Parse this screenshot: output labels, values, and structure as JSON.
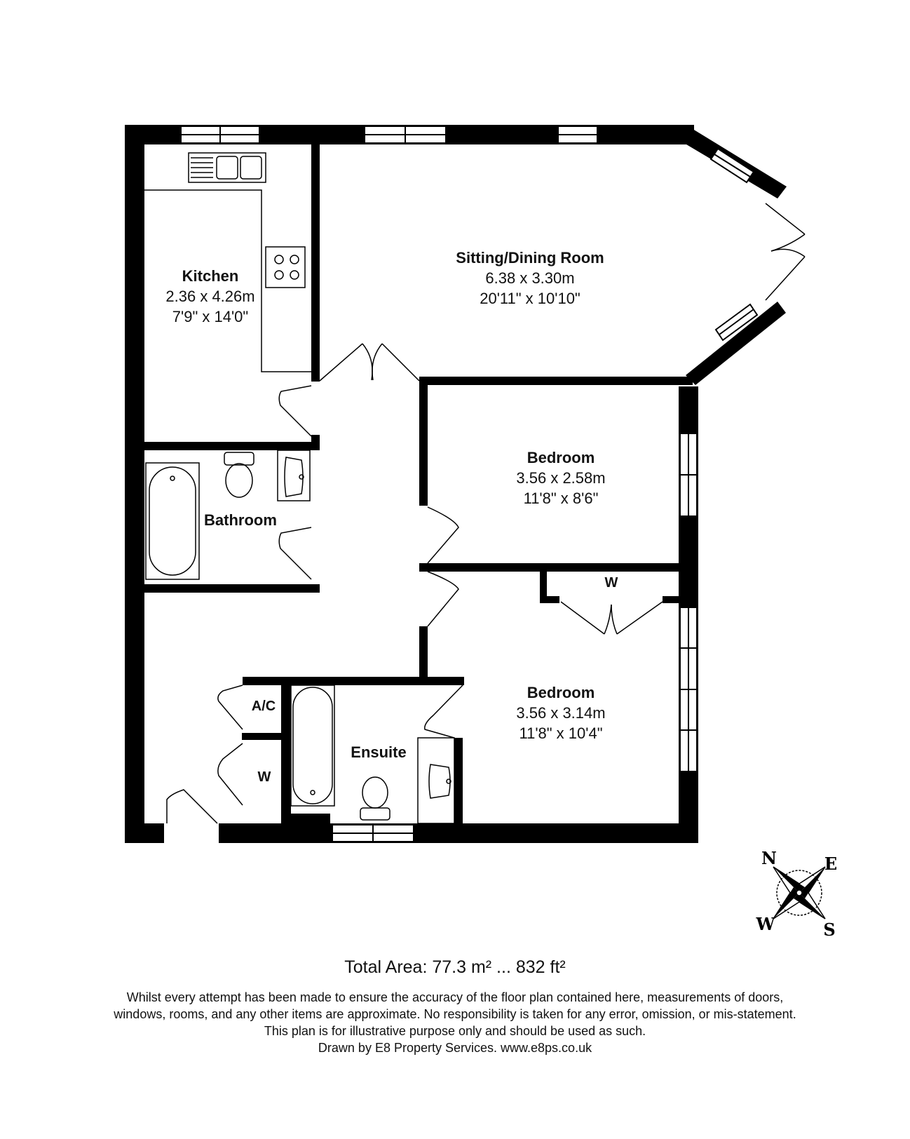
{
  "rooms": {
    "kitchen": {
      "name": "Kitchen",
      "metric": "2.36 x 4.26m",
      "imperial": "7'9\" x 14'0\""
    },
    "sitting": {
      "name": "Sitting/Dining Room",
      "metric": "6.38 x 3.30m",
      "imperial": "20'11\" x 10'10\""
    },
    "bedroom1": {
      "name": "Bedroom",
      "metric": "3.56 x 2.58m",
      "imperial": "11'8\" x 8'6\""
    },
    "bedroom2": {
      "name": "Bedroom",
      "metric": "3.56 x 3.14m",
      "imperial": "11'8\" x 10'4\""
    },
    "bathroom": {
      "name": "Bathroom"
    },
    "ensuite": {
      "name": "Ensuite"
    },
    "ac": {
      "name": "A/C"
    },
    "wardrobe_bedroom": {
      "name": "W"
    },
    "wardrobe_hall": {
      "name": "W"
    }
  },
  "compass": {
    "n": "N",
    "e": "E",
    "s": "S",
    "w": "W"
  },
  "total_area": "Total Area: 77.3 m² ... 832 ft²",
  "disclaimer": {
    "line1": "Whilst every attempt has been made to ensure the accuracy of the floor plan contained here, measurements of doors,",
    "line2": "windows, rooms, and any other items are approximate. No responsibility is taken for any error, omission, or mis-statement.",
    "line3": "This plan is for illustrative purpose only and should be used as such.",
    "line4": "Drawn by E8 Property Services. www.e8ps.co.uk"
  }
}
